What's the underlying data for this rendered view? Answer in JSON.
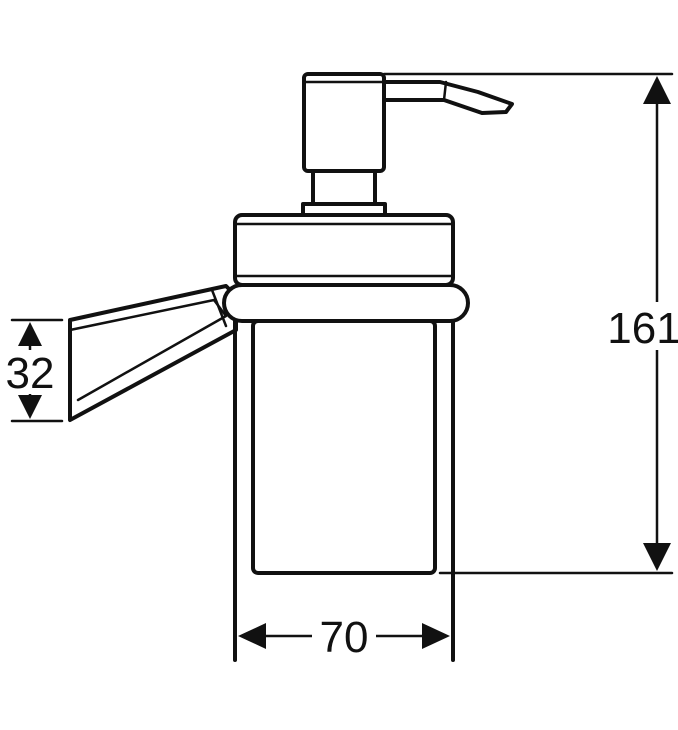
{
  "diagram": {
    "dimensions": {
      "height": "161",
      "width": "70",
      "bracket_height": "32"
    }
  }
}
